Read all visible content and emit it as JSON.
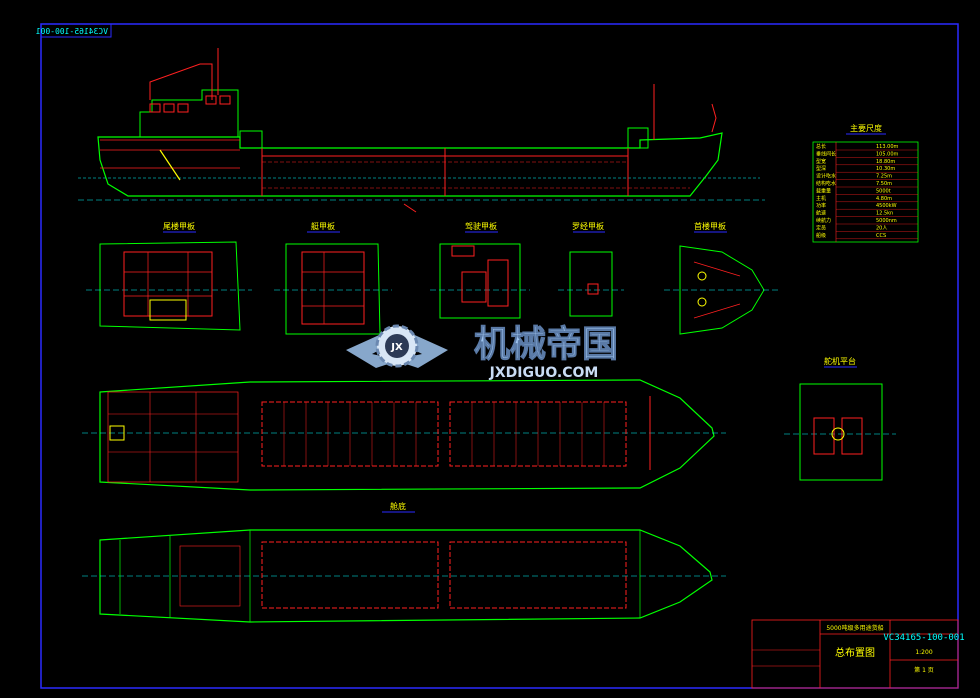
{
  "drawing_number_mirrored": "VC34165-100-001",
  "drawing_number": "VC34165-100-001",
  "title_block": {
    "project": "5000吨级多用途货船",
    "drawing_title": "总布置图",
    "scale": "1:200",
    "sheet": "第 1 页"
  },
  "views": {
    "poop_deck": "尾楼甲板",
    "boat_deck": "艇甲板",
    "bridge_deck": "驾驶甲板",
    "compass_deck": "罗经甲板",
    "forecastle_deck": "首楼甲板",
    "steering_platform": "舵机平台",
    "hold": "舱底"
  },
  "principal_dimensions": {
    "header": "主要尺度",
    "rows": [
      {
        "label": "总长",
        "value": "113.00m"
      },
      {
        "label": "垂线间长",
        "value": "105.00m"
      },
      {
        "label": "型宽",
        "value": "18.80m"
      },
      {
        "label": "型深",
        "value": "10.30m"
      },
      {
        "label": "设计吃水",
        "value": "7.25m"
      },
      {
        "label": "结构吃水",
        "value": "7.50m"
      },
      {
        "label": "载重量",
        "value": "5000t"
      },
      {
        "label": "主机",
        "value": "4.80m"
      },
      {
        "label": "功率",
        "value": "4500kW"
      },
      {
        "label": "航速",
        "value": "12.5kn"
      },
      {
        "label": "续航力",
        "value": "5000nm"
      },
      {
        "label": "定员",
        "value": "20人"
      },
      {
        "label": "船级",
        "value": "CCS"
      }
    ]
  },
  "watermark": {
    "cn": "机械帝国",
    "en": "JXDIGUO.COM",
    "logo_letters": "JX"
  },
  "colors": {
    "background": "#000000",
    "hull_line": "#00ff00",
    "detail": "#ff2020",
    "frame": "#2a2aff",
    "text": "#ffff00",
    "dim": "#00ffff",
    "watermark_blue": "#9fc4ee"
  }
}
